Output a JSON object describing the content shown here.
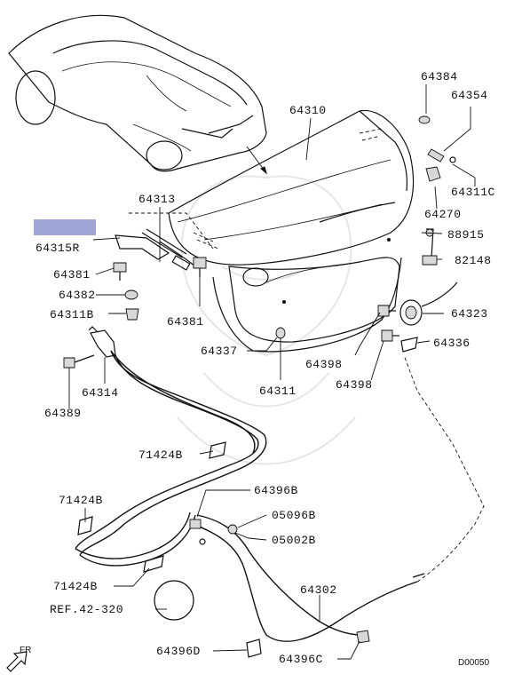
{
  "diagram_code": "D00050",
  "direction_label": "FR",
  "highlight_color": "#9fa6d6",
  "callouts": {
    "p64384": "64384",
    "p64354": "64354",
    "p64310": "64310",
    "p64311C": "64311C",
    "p64270": "64270",
    "p88915": "88915",
    "p82148": "82148",
    "p64313": "64313",
    "p64315R": "64315R",
    "p64381a": "64381",
    "p64382": "64382",
    "p64311B": "64311B",
    "p64381b": "64381",
    "p64323": "64323",
    "p64336": "64336",
    "p64337": "64337",
    "p64398a": "64398",
    "p64398b": "64398",
    "p64311": "64311",
    "p64314": "64314",
    "p64389": "64389",
    "p71424Ba": "71424B",
    "p71424Bb": "71424B",
    "p71424Bc": "71424B",
    "p64396B": "64396B",
    "p05096B": "05096B",
    "p05002B": "05002B",
    "p64302": "64302",
    "ref42": "REF.42-320",
    "p64396D": "64396D",
    "p64396C": "64396C"
  }
}
